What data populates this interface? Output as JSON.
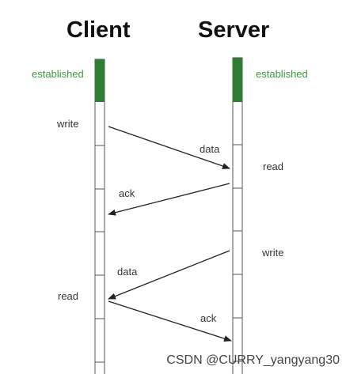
{
  "headings": {
    "client": "Client",
    "server": "Server"
  },
  "states": {
    "client_established": "established",
    "server_established": "established"
  },
  "client_events": {
    "write": "write",
    "read": "read"
  },
  "server_events": {
    "read": "read",
    "write": "write"
  },
  "messages": {
    "data_1": "data",
    "ack_1": "ack",
    "data_2": "data",
    "ack_2": "ack"
  },
  "watermark": "CSDN @CURRY_yangyang30",
  "colors": {
    "established": "#2e7d32",
    "established_text": "#3a9a3e",
    "timeline_border": "#555555",
    "arrow": "#222222"
  }
}
